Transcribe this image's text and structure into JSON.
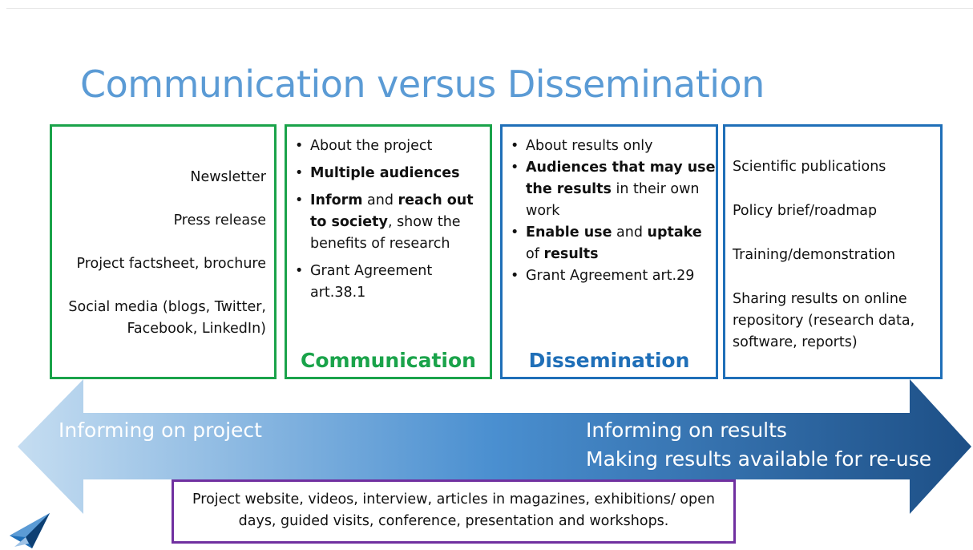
{
  "title": "Communication versus Dissemination",
  "left_panel": {
    "items": [
      "Newsletter",
      "Press release",
      "Project factsheet, brochure",
      "Social media (blogs, Twitter, Facebook, LinkedIn)"
    ]
  },
  "communication": {
    "label": "Communication",
    "bullet1": "About the project",
    "bullet2": "Multiple audiences",
    "bullet3_b1": "Inform",
    "bullet3_t1": " and ",
    "bullet3_b2": "reach out to society",
    "bullet3_t2": ", show the benefits of research",
    "bullet4": "Grant Agreement art.38.1"
  },
  "dissemination": {
    "label": "Dissemination",
    "bullet1": "About results only",
    "bullet2_b": "Audiences that may use the results",
    "bullet2_t": " in their own work",
    "bullet3_b1": "Enable use",
    "bullet3_t1": " and ",
    "bullet3_b2": "uptake",
    "bullet3_t2": " of ",
    "bullet3_b3": "results",
    "bullet4": "Grant Agreement art.29"
  },
  "right_panel": {
    "items": [
      "Scientific publications",
      "Policy brief/roadmap",
      "Training/demonstration",
      "Sharing results on online repository (research data, software, reports)"
    ]
  },
  "arrow": {
    "left_text": "Informing on project",
    "right_line1": "Informing on results",
    "right_line2": "Making results available for re-use",
    "color_light": "#c5ddf1",
    "color_mid": "#4a8fd0",
    "color_dark": "#1d4f86"
  },
  "bottom_note": "Project website, videos, interview, articles in magazines, exhibitions/ open days, guided visits, conference, presentation and workshops.",
  "colors": {
    "title": "#5b9bd5",
    "green": "#1aa34a",
    "blue": "#1f6fb8",
    "purple": "#7030a0"
  },
  "icons": {
    "logo": "paper-plane-logo-icon"
  }
}
